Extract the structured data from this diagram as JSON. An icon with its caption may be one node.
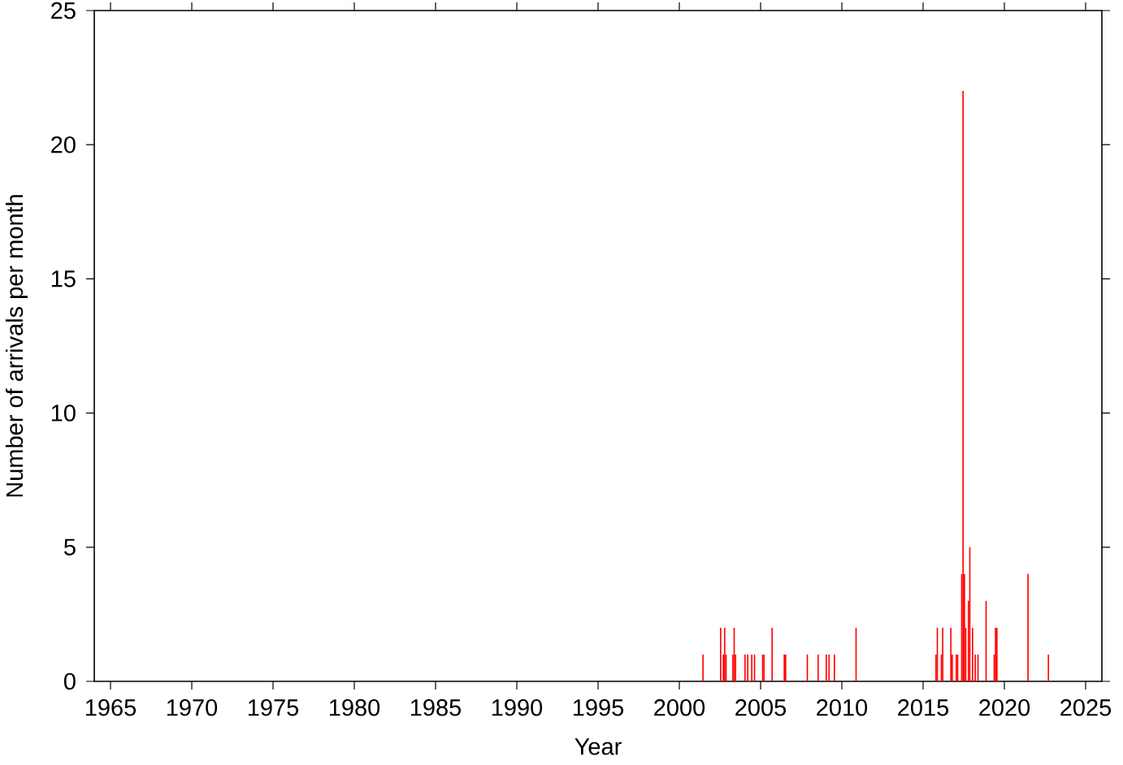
{
  "diagram": {
    "chart_data": {
      "type": "bar",
      "xlabel": "Year",
      "ylabel": "Number of arrivals per month",
      "x": [
        2001.458,
        2002.542,
        2002.708,
        2002.792,
        2002.875,
        2003.292,
        2003.375,
        2003.458,
        2004.042,
        2004.208,
        2004.458,
        2004.625,
        2005.125,
        2005.208,
        2005.708,
        2006.458,
        2006.542,
        2007.875,
        2008.542,
        2009.042,
        2009.208,
        2009.542,
        2010.875,
        2015.792,
        2015.875,
        2016.125,
        2016.208,
        2016.708,
        2016.792,
        2017.042,
        2017.125,
        2017.375,
        2017.458,
        2017.542,
        2017.625,
        2017.792,
        2017.875,
        2018.042,
        2018.208,
        2018.375,
        2018.875,
        2019.375,
        2019.458,
        2019.542,
        2021.458,
        2022.708
      ],
      "series": [
        {
          "color": "#ff0000",
          "values": [
            1,
            2,
            1,
            2,
            1,
            1,
            2,
            1,
            1,
            1,
            1,
            1,
            1,
            1,
            2,
            1,
            1,
            1,
            1,
            1,
            1,
            1,
            2,
            1,
            2,
            1,
            2,
            2,
            1,
            1,
            1,
            4,
            22,
            4,
            2,
            3,
            5,
            2,
            1,
            1,
            3,
            1,
            2,
            2,
            4,
            1
          ]
        }
      ],
      "xlim": [
        1964,
        2026
      ],
      "ylim": [
        0,
        25
      ],
      "xticks": [
        1965,
        1970,
        1975,
        1980,
        1985,
        1990,
        1995,
        2000,
        2005,
        2010,
        2015,
        2020,
        2025
      ],
      "yticks": [
        0,
        5,
        10,
        15,
        20,
        25
      ]
    }
  }
}
